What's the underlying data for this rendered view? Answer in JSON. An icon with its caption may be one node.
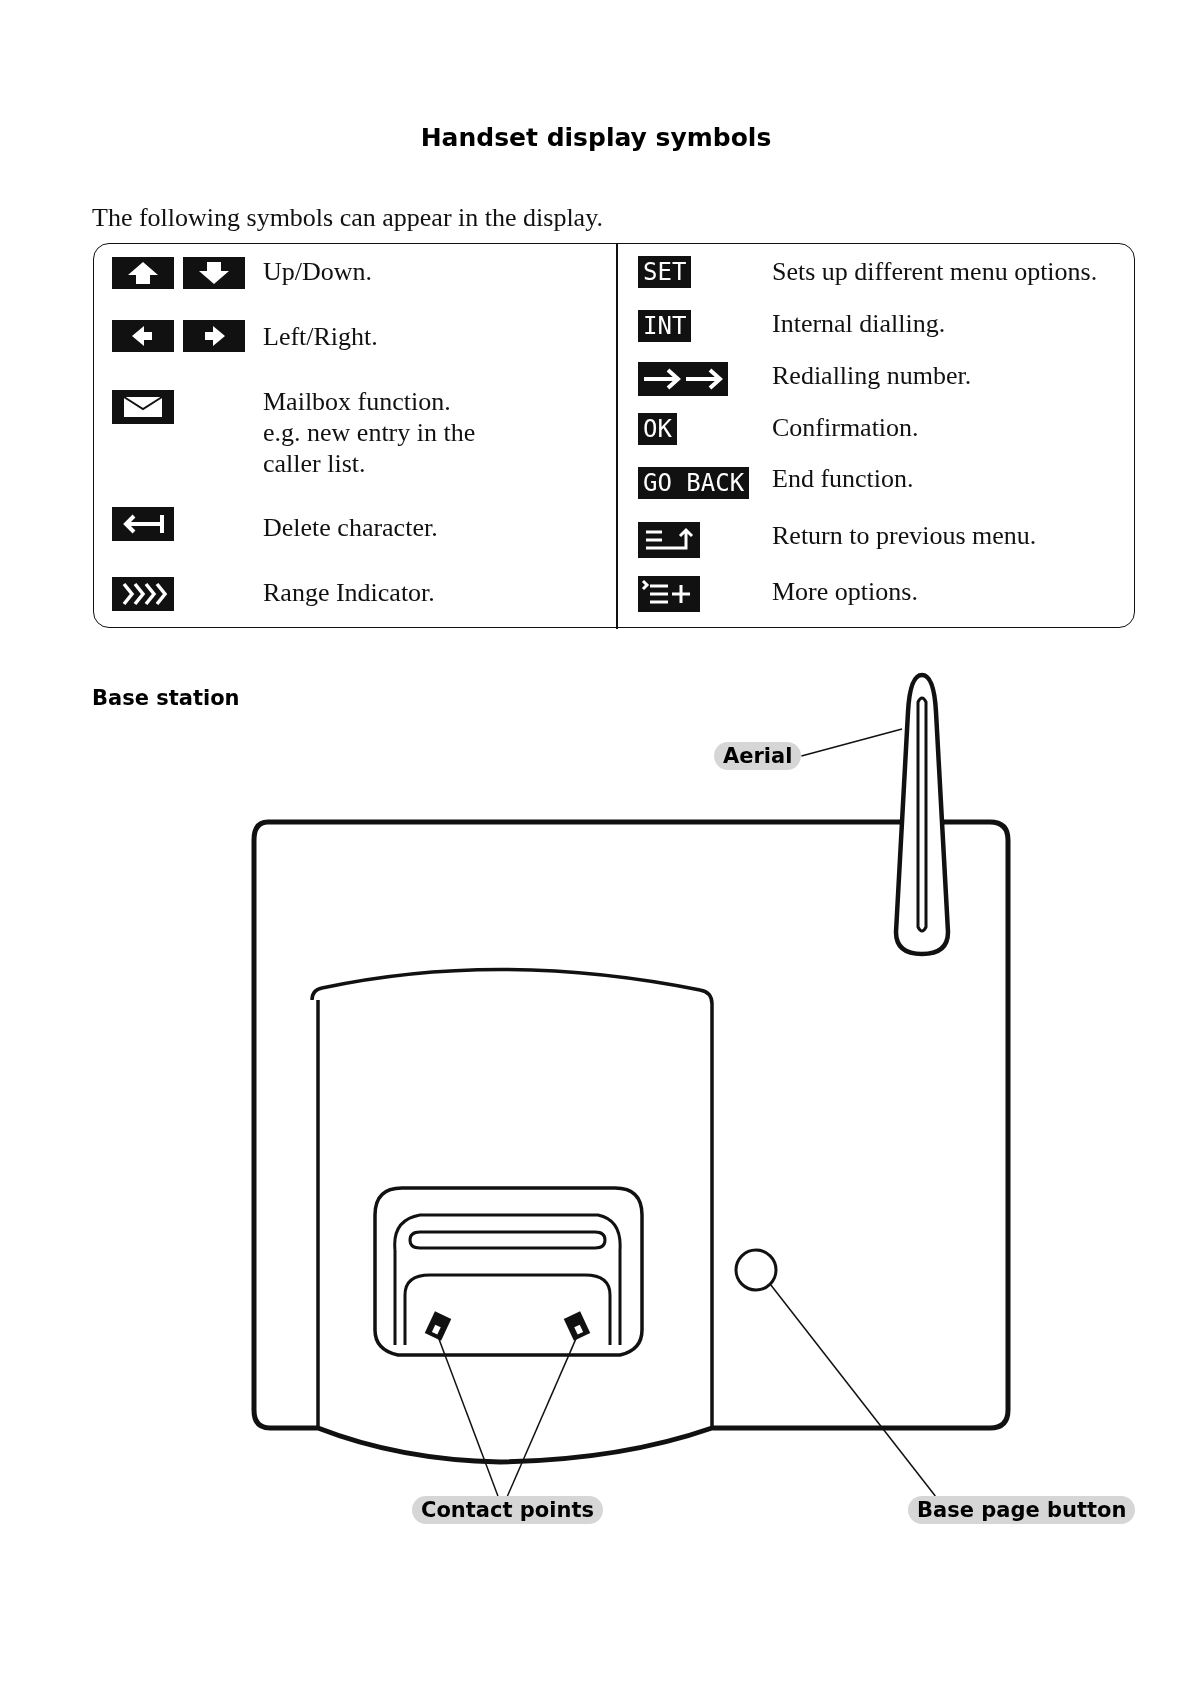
{
  "diagram": {
    "title": "Handset display symbols",
    "nodes": [
      {
        "text": [
          "Aerial"
        ]
      },
      {
        "text": [],
        "shape": "bar"
      },
      {
        "text": [
          "Contact points"
        ]
      },
      {
        "text": [],
        "shape": "box"
      },
      {
        "text": [],
        "shape": "box"
      },
      {
        "text": [
          "Base page button"
        ]
      },
      {
        "text": [],
        "shape": "circle"
      }
    ],
    "edges": [
      {
        "from": 0,
        "to": 1,
        "arrow": "none"
      },
      {
        "from": 2,
        "to": 3,
        "arrow": "none"
      },
      {
        "from": 2,
        "to": 4,
        "arrow": "none"
      },
      {
        "from": 5,
        "to": 6,
        "arrow": "none"
      }
    ],
    "labels": [
      "The following symbols can appear in the display.",
      "Up/Down.",
      "Left/Right.",
      "Mailbox function. e.g. new entry in the caller list.",
      "Delete character.",
      "Range Indicator.",
      "SET",
      "Sets up different menu options.",
      "INT",
      "Internal dialling.",
      "Redialling number.",
      "OK",
      "Confirmation.",
      "GO BACK",
      "End function.",
      "Return to previous menu.",
      "More options.",
      "Base station"
    ]
  }
}
